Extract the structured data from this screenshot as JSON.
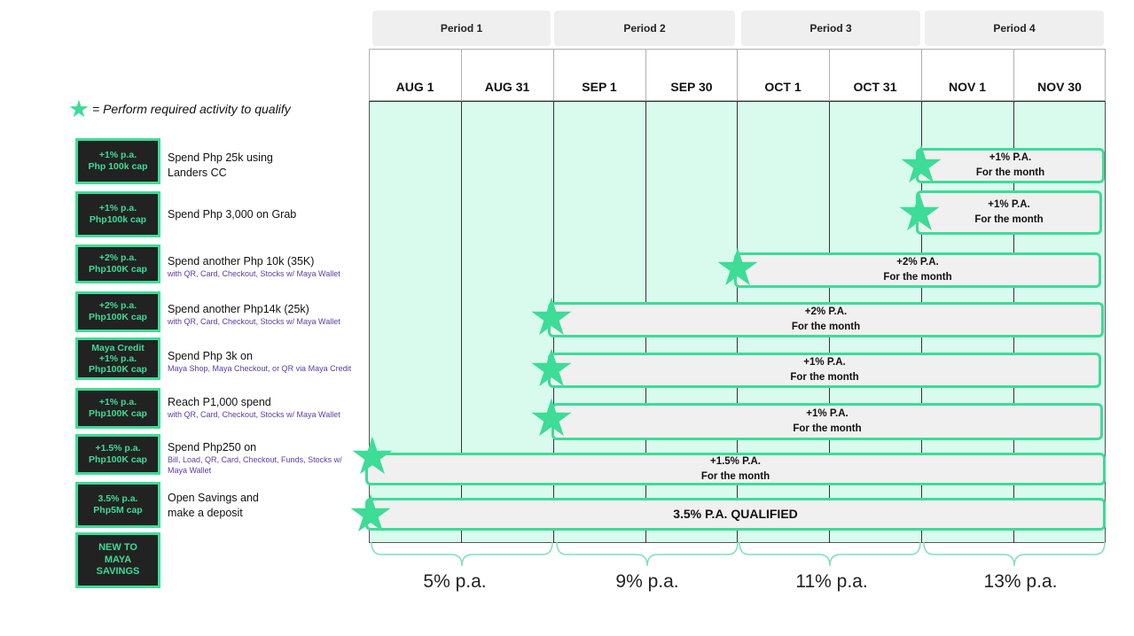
{
  "periods": [
    "Period 1",
    "Period 2",
    "Period 3",
    "Period 4"
  ],
  "dates": [
    "AUG 1",
    "AUG 31",
    "SEP 1",
    "SEP 30",
    "OCT 1",
    "OCT 31",
    "NOV 1",
    "NOV 30"
  ],
  "legend": {
    "icon": "star-icon",
    "text": "= Perform required activity to qualify"
  },
  "colors": {
    "accent": "#3ddc97",
    "timeline_bg": "#d8fbee",
    "badge_bg": "#222222",
    "bar_bg": "#f0f0f0",
    "sub_text": "#5b3c9c"
  },
  "rows": [
    {
      "badge": [
        "+1% p.a.",
        "Php 100k cap"
      ],
      "desc": "Spend Php 25k using Landers CC",
      "sub": "",
      "bar": [
        "+1% P.A.",
        "For the month"
      ]
    },
    {
      "badge": [
        "+1% p.a.",
        "Php100k cap"
      ],
      "desc": "Spend Php 3,000 on Grab",
      "sub": "",
      "bar": [
        "+1% P.A.",
        "For the month"
      ]
    },
    {
      "badge": [
        "+2% p.a.",
        "Php100K cap"
      ],
      "desc": "Spend another Php 10k (35K)",
      "sub": "with QR, Card, Checkout, Stocks w/ Maya Wallet",
      "bar": [
        "+2% P.A.",
        "For the month"
      ]
    },
    {
      "badge": [
        "+2% p.a.",
        "Php100K cap"
      ],
      "desc": "Spend another Php14k (25k)",
      "sub": "with QR, Card, Checkout, Stocks w/ Maya Wallet",
      "bar": [
        "+2% P.A.",
        "For the month"
      ]
    },
    {
      "badge": [
        "Maya Credit",
        "+1% p.a.",
        "Php100K cap"
      ],
      "desc": "Spend Php 3k on",
      "sub": "Maya Shop, Maya Checkout, or QR via Maya Credit",
      "bar": [
        "+1% P.A.",
        "For the month"
      ]
    },
    {
      "badge": [
        "+1% p.a.",
        "Php100K cap"
      ],
      "desc": "Reach P1,000  spend",
      "sub": "with QR, Card, Checkout, Stocks w/ Maya Wallet",
      "bar": [
        "+1% P.A.",
        "For the month"
      ]
    },
    {
      "badge": [
        "+1.5% p.a.",
        "Php100K cap"
      ],
      "desc": "Spend Php250 on",
      "sub": "Bill, Load, QR, Card, Checkout, Funds, Stocks w/ Maya Wallet",
      "bar": [
        "+1.5% P.A.",
        "For the month"
      ]
    },
    {
      "badge": [
        "3.5% p.a.",
        "Php5M cap"
      ],
      "desc": "Open Savings and make a deposit",
      "sub": "",
      "bar": [
        "3.5% P.A. QUALIFIED"
      ]
    },
    {
      "badge": [
        "NEW TO",
        "MAYA",
        "SAVINGS"
      ],
      "desc": "",
      "sub": "",
      "bar": []
    }
  ],
  "rates": [
    "5% p.a.",
    "9% p.a.",
    "11% p.a.",
    "13% p.a."
  ]
}
